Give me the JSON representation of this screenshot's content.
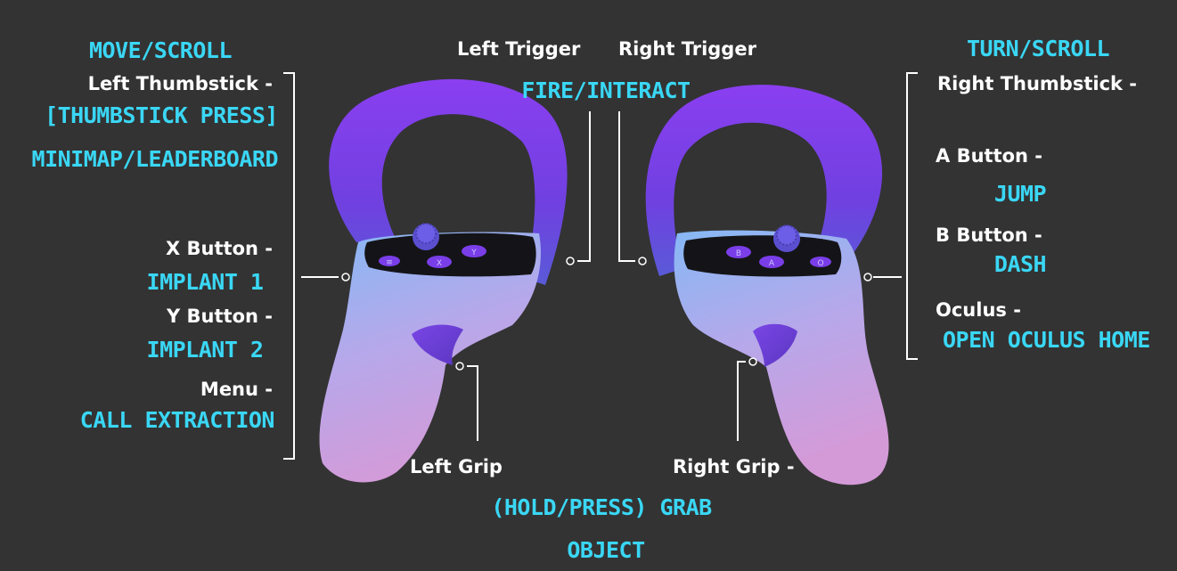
{
  "colors": {
    "background": "#333333",
    "label": "#ffffff",
    "action": "#3ad7f5",
    "strap_purple": "#8a3ff0",
    "body_gradient_top": "#86b8f5",
    "body_gradient_bottom": "#d49ad8",
    "face_dark": "#141418",
    "leader_line": "#ffffff"
  },
  "controls": {
    "left_thumbstick": {
      "label": "Left Thumbstick -",
      "action": "MOVE/SCROLL"
    },
    "thumbstick_press": {
      "action_line1": "[THUMBSTICK PRESS]",
      "action_line2": "MINIMAP/LEADERBOARD"
    },
    "x_button": {
      "label": "X Button -",
      "action": "IMPLANT 1"
    },
    "y_button": {
      "label": "Y Button -",
      "action": "IMPLANT 2"
    },
    "menu": {
      "label": "Menu -",
      "action": "CALL EXTRACTION"
    },
    "left_trigger": {
      "label": "Left Trigger"
    },
    "right_trigger": {
      "label": "Right Trigger"
    },
    "triggers": {
      "action": "FIRE/INTERACT"
    },
    "right_thumbstick": {
      "label": "Right Thumbstick -",
      "action": "TURN/SCROLL"
    },
    "a_button": {
      "label": "A Button -",
      "action": "JUMP"
    },
    "b_button": {
      "label": "B Button -",
      "action": "DASH"
    },
    "oculus": {
      "label": "Oculus -",
      "action": "OPEN OCULUS HOME"
    },
    "left_grip": {
      "label": "Left Grip"
    },
    "right_grip": {
      "label": "Right Grip -"
    },
    "grips": {
      "action_line1": "(HOLD/PRESS) GRAB",
      "action_line2": "OBJECT"
    }
  },
  "button_glyphs": {
    "left": [
      "≡",
      "X",
      "Y"
    ],
    "right": [
      "B",
      "A",
      "O"
    ]
  }
}
